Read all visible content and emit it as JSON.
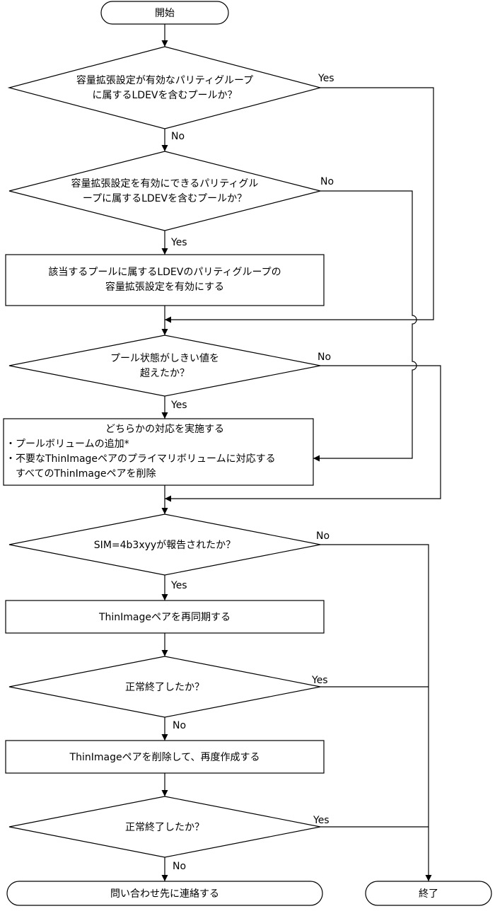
{
  "start": "開始",
  "decisions": {
    "d1": {
      "lines": [
        "容量拡張設定が有効なパリティグループ",
        "に属するLDEVを含むプールか？"
      ],
      "branch_yes": "Yes",
      "branch_no": "No"
    },
    "d2": {
      "lines": [
        "容量拡張設定を有効にできるパリティグル",
        "ープに属するLDEVを含むプールか？"
      ],
      "branch_yes": "Yes",
      "branch_no": "No"
    },
    "d3": {
      "lines": [
        "プール状態がしきい値を",
        "超えたか？"
      ],
      "branch_yes": "Yes",
      "branch_no": "No"
    },
    "d4": {
      "lines": [
        "SIM=4b3xyyが報告されたか？"
      ],
      "branch_yes": "Yes",
      "branch_no": "No"
    },
    "d5": {
      "lines": [
        "正常終了したか？"
      ],
      "branch_yes": "Yes",
      "branch_no": "No"
    },
    "d6": {
      "lines": [
        "正常終了したか？"
      ],
      "branch_yes": "Yes",
      "branch_no": "No"
    }
  },
  "processes": {
    "p1": {
      "lines": [
        "該当するプールに属するLDEVのパリティグループの",
        "容量拡張設定を有効にする"
      ]
    },
    "p2": {
      "lines": [
        "どちらかの対応を実施する",
        "・プールボリュームの追加*",
        "・不要なThinImageペアのプライマリボリュームに対応する",
        "　すべてのThinImageペアを削除"
      ]
    },
    "p3": {
      "lines": [
        "ThinImageペアを再同期する"
      ]
    },
    "p4": {
      "lines": [
        "ThinImageペアを削除して、再度作成する"
      ]
    }
  },
  "terminals": {
    "contact": "問い合わせ先に連絡する",
    "end": "終了"
  }
}
